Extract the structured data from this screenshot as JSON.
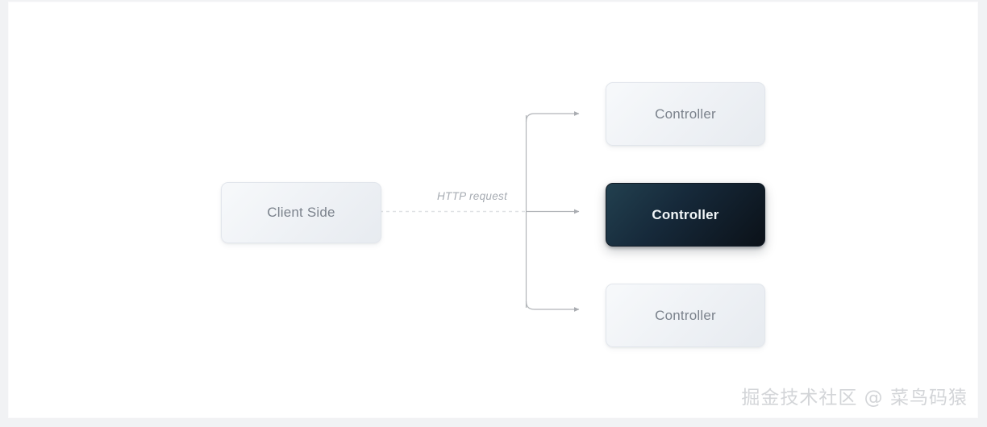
{
  "canvas": {
    "background": "#ffffff",
    "page_background": "#f1f2f4"
  },
  "nodes": {
    "client": {
      "label": "Client Side",
      "style": "light",
      "text_color": "#7b828c"
    },
    "controllers": [
      {
        "label": "Controller",
        "style": "light",
        "state": "inactive",
        "text_color": "#7b828c"
      },
      {
        "label": "Controller",
        "style": "dark",
        "state": "active",
        "text_color": "#f2f6f8",
        "fill_from": "#22404f",
        "fill_to": "#0b1118"
      },
      {
        "label": "Controller",
        "style": "light",
        "state": "inactive",
        "text_color": "#7b828c"
      }
    ]
  },
  "connectors": {
    "request_label": "HTTP request",
    "dashed_stroke": "#e0e2e5",
    "solid_stroke": "#b2b5b9",
    "arrow_fill": "#a9acb1"
  },
  "watermark": {
    "text": "掘金技术社区 @ 菜鸟码猿",
    "color": "#d3d5d8"
  }
}
